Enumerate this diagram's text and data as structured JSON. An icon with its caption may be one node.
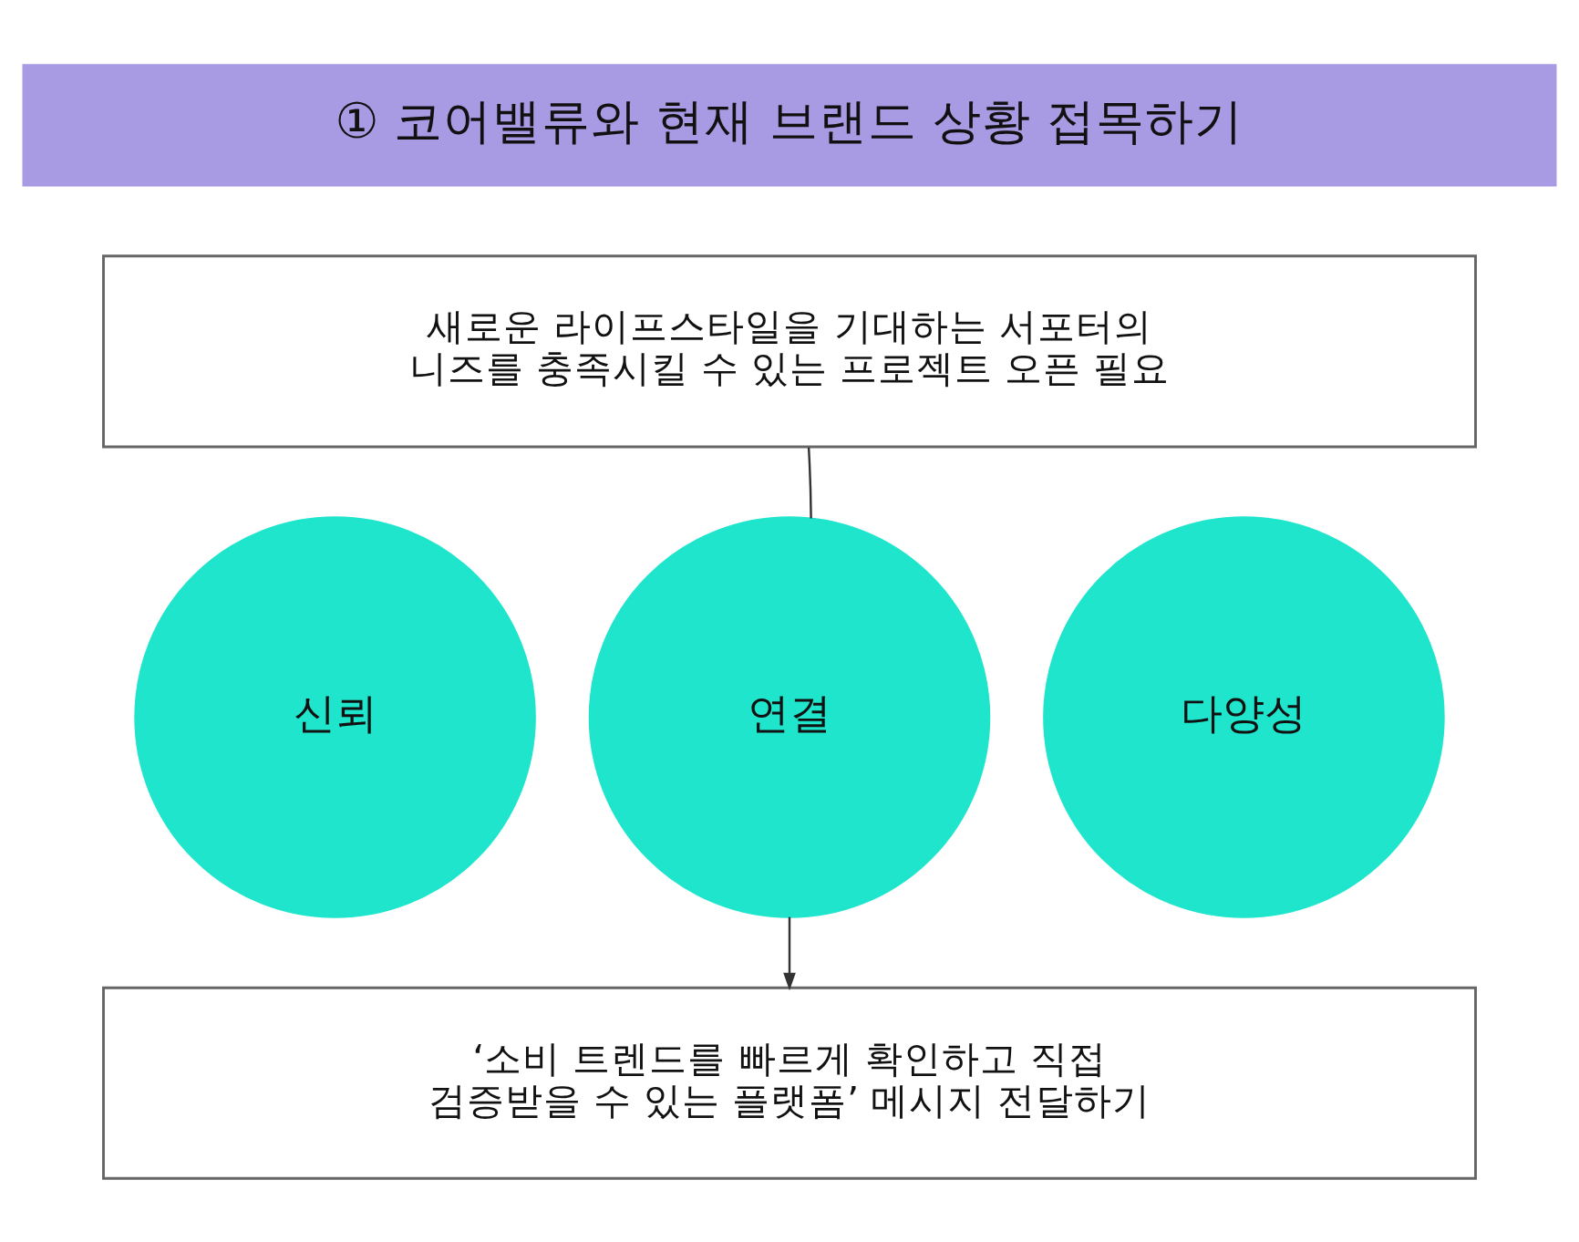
{
  "diagram": {
    "nodes": [
      {
        "text": [
          "① 코어밸류와 현재 브랜드 상황 접목하기"
        ]
      },
      {
        "text": [
          "새로운 라이프스타일을 기대하는 서포터의 니즈를 충족시킬 수 있는 프로젝트 오픈 필요"
        ]
      },
      {
        "text": [
          "신뢰"
        ]
      },
      {
        "text": [
          "연결"
        ]
      },
      {
        "text": [
          "다양성"
        ]
      },
      {
        "text": [
          "‘소비 트렌드를 빠르게 확인하고 직접 검증받을 수 있는 플랫폼’ 메시지 전달하기"
        ]
      }
    ],
    "edges": [
      {
        "from": 1,
        "to": 3,
        "arrow": "none"
      },
      {
        "from": 3,
        "to": 5,
        "arrow": "to"
      }
    ]
  }
}
